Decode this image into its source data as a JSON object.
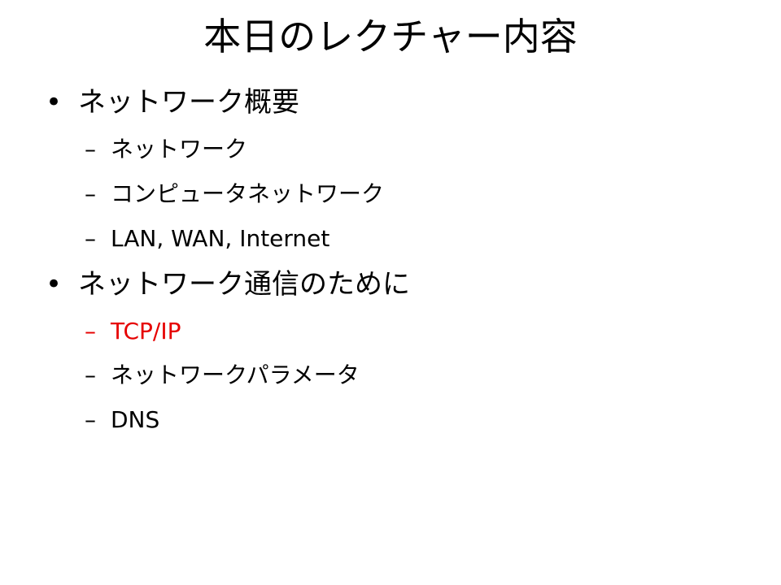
{
  "slide": {
    "title": "本日のレクチャー内容",
    "sections": [
      {
        "heading": "ネットワーク概要",
        "items": [
          "ネットワーク",
          "コンピュータネットワーク",
          "LAN, WAN, Internet"
        ]
      },
      {
        "heading": "ネットワーク通信のために",
        "items": [
          "TCP/IP",
          "ネットワークパラメータ",
          "DNS"
        ]
      }
    ],
    "bullet_glyph": "•",
    "dash_glyph": "–",
    "highlight_color": "#e60000"
  }
}
